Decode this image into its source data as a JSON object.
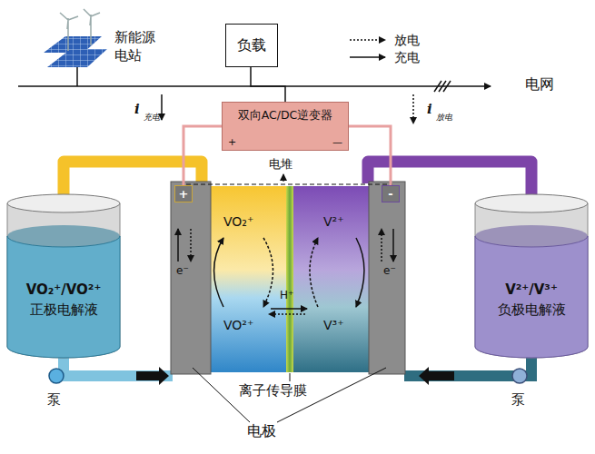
{
  "diagram": {
    "nodes": [
      {
        "text": [
          "负载"
        ]
      },
      {
        "text": [
          "双向AC/DC逆变器",
          "+",
          "—"
        ]
      },
      {
        "text": [
          "VO₂⁺/VO²⁺",
          "正极电解液"
        ]
      },
      {
        "text": [
          "V²⁺/V³⁺",
          "负极电解液"
        ]
      },
      {
        "text": [
          "+"
        ]
      },
      {
        "text": [
          "-"
        ]
      }
    ],
    "edges": [
      {
        "from": 0,
        "to": 1,
        "arrow": "none"
      },
      {
        "from": 1,
        "to": 4,
        "arrow": "none"
      },
      {
        "from": 1,
        "to": 5,
        "arrow": "none"
      }
    ],
    "labels": [
      "新能源 电站",
      "电网",
      "i",
      "充电",
      "i",
      "放电",
      "电堆",
      "VO₂⁺",
      "V²⁺",
      "VO²⁺",
      "V³⁺",
      "H⁺",
      "e⁻",
      "e⁻",
      "泵",
      "泵",
      "离子传导膜",
      "电极"
    ],
    "legend": [
      {
        "text": "放电"
      },
      {
        "text": "充电"
      }
    ]
  }
}
